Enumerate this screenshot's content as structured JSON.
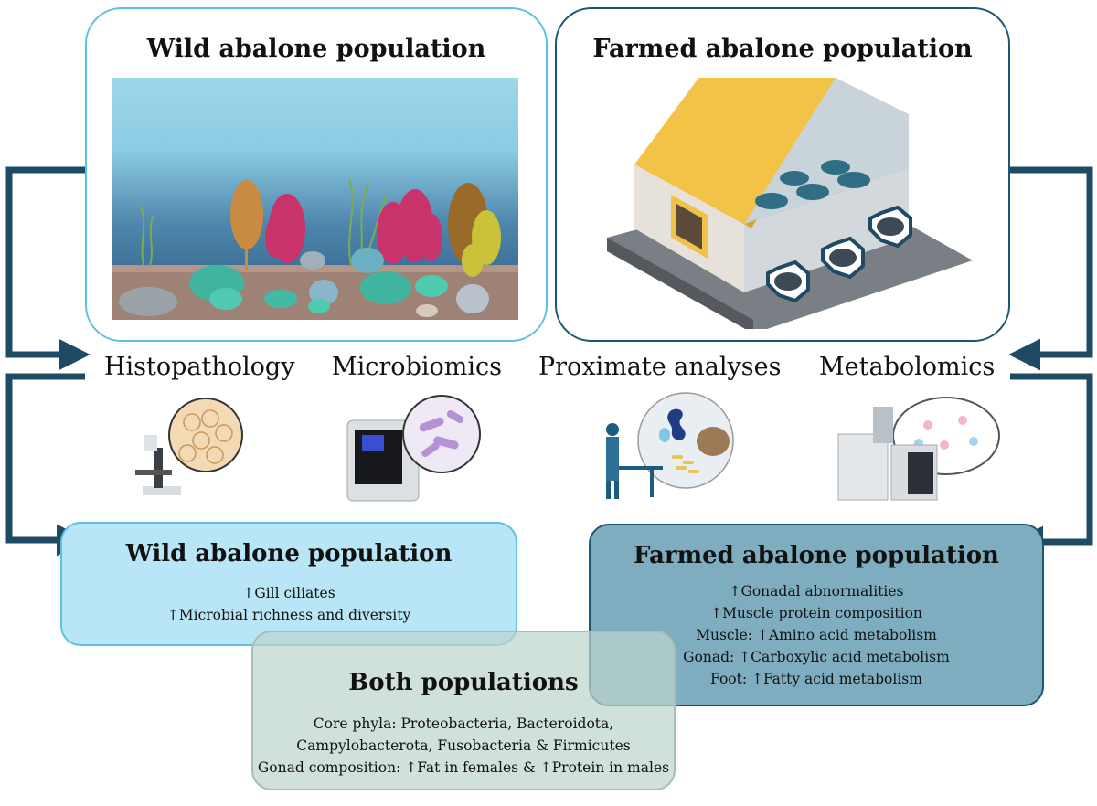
{
  "panels": {
    "wild_title": "Wild abalone population",
    "farm_title": "Farmed abalone population"
  },
  "methods": {
    "histopathology": "Histopathology",
    "microbiomics": "Microbiomics",
    "proximate": "Proximate analyses",
    "metabolomics": "Metabolomics"
  },
  "results": {
    "wild": {
      "title": "Wild abalone population",
      "lines": [
        "↑Gill ciliates",
        "↑Microbial richness and diversity"
      ]
    },
    "farm": {
      "title": "Farmed abalone population",
      "lines": [
        "↑Gonadal abnormalities",
        "↑Muscle protein composition",
        "Muscle: ↑Amino acid metabolism",
        "Gonad: ↑Carboxylic acid metabolism",
        "Foot: ↑Fatty acid metabolism"
      ]
    },
    "both": {
      "title": "Both populations",
      "lines": [
        "Core phyla: Proteobacteria, Bacteroidota,",
        "Campylobacterota, Fusobacteria & Firmicutes",
        "Gonad composition: ↑Fat in females & ↑Protein in males"
      ]
    }
  },
  "colors": {
    "wild_accent": "#5bc2e2",
    "farm_accent": "#1e5570",
    "arrow": "#1e4a63",
    "wild_box_fill": "#b8e6f6",
    "farm_box_fill": "#7fadc0",
    "both_box_fill": "#bed4cd"
  }
}
